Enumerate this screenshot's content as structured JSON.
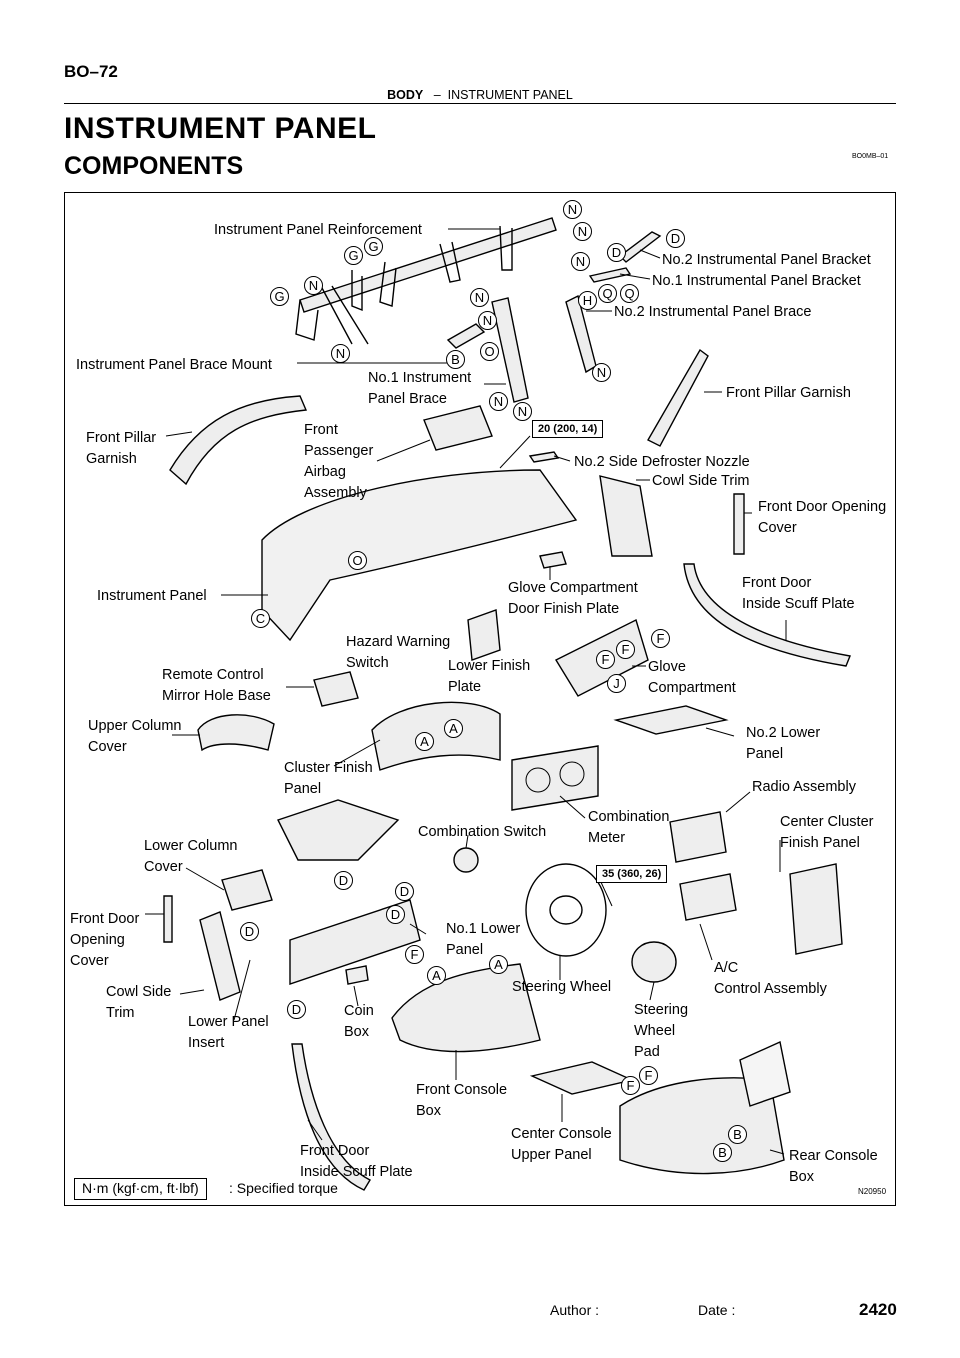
{
  "header": {
    "code": "BO–72",
    "section": "BODY",
    "separator": "–",
    "topic": "INSTRUMENT PANEL"
  },
  "title": "INSTRUMENT PANEL",
  "subtitle": "COMPONENTS",
  "ref_code": "BO0MB–01",
  "labels": {
    "ip_reinforcement": "Instrument Panel Reinforcement",
    "no2_bracket": "No.2 Instrumental Panel Bracket",
    "no1_bracket": "No.1 Instrumental  Panel Bracket",
    "no2_brace": "No.2 Instrumental Panel Brace",
    "brace_mount": "Instrument Panel Brace Mount",
    "no1_brace": "No.1 Instrument\nPanel Brace",
    "pillar_garnish_r": "Front Pillar Garnish",
    "pillar_garnish_l": "Front Pillar\nGarnish",
    "airbag": "Front\nPassenger\nAirbag\nAssembly",
    "defroster": "No.2 Side Defroster Nozzle",
    "cowl_trim_r": "Cowl Side Trim",
    "door_cover_r": "Front Door Opening\nCover",
    "instrument_panel": "Instrument Panel",
    "glove_plate": "Glove Compartment\nDoor Finish Plate",
    "scuff_r": "Front Door\nInside Scuff Plate",
    "hazard": "Hazard Warning\nSwitch",
    "remote_mirror": "Remote Control\nMirror Hole Base",
    "lower_finish": "Lower Finish\nPlate",
    "glove": "Glove\nCompartment",
    "upper_column": "Upper Column\nCover",
    "no2_lower": "No.2 Lower\nPanel",
    "cluster": "Cluster Finish\nPanel",
    "radio": "Radio Assembly",
    "comb_meter": "Combination\nMeter",
    "center_cluster": "Center Cluster\nFinish Panel",
    "lower_column": "Lower Column\nCover",
    "comb_switch": "Combination Switch",
    "door_cover_l": "Front Door\nOpening\nCover",
    "no1_lower": "No.1 Lower\nPanel",
    "cowl_trim_l": "Cowl Side\nTrim",
    "steering_wheel": "Steering Wheel",
    "ac": "A/C\nControl Assembly",
    "lower_insert": "Lower Panel\nInsert",
    "coin": "Coin\nBox",
    "wheel_pad": "Steering\nWheel\nPad",
    "front_console": "Front Console\nBox",
    "center_console": "Center Console\nUpper Panel",
    "scuff_l": "Front Door\nInside Scuff Plate",
    "rear_console": "Rear Console\nBox"
  },
  "torque": {
    "t1": "20 (200, 14)",
    "t2": "35 (360, 26)"
  },
  "letters": [
    "N",
    "N",
    "D",
    "D",
    "G",
    "G",
    "N",
    "G",
    "N",
    "Q",
    "Q",
    "H",
    "N",
    "N",
    "O",
    "B",
    "N",
    "N",
    "N",
    "N",
    "C",
    "O",
    "F",
    "F",
    "F",
    "J",
    "A",
    "A",
    "D",
    "D",
    "D",
    "D",
    "F",
    "D",
    "A",
    "A",
    "F",
    "F",
    "B",
    "B"
  ],
  "legend": {
    "box": "N·m (kgf·cm, ft·lbf)",
    "text": ": Specified torque"
  },
  "figure_id": "N20950",
  "footer": {
    "author": "Author :",
    "date": "Date :",
    "page": "2420"
  }
}
